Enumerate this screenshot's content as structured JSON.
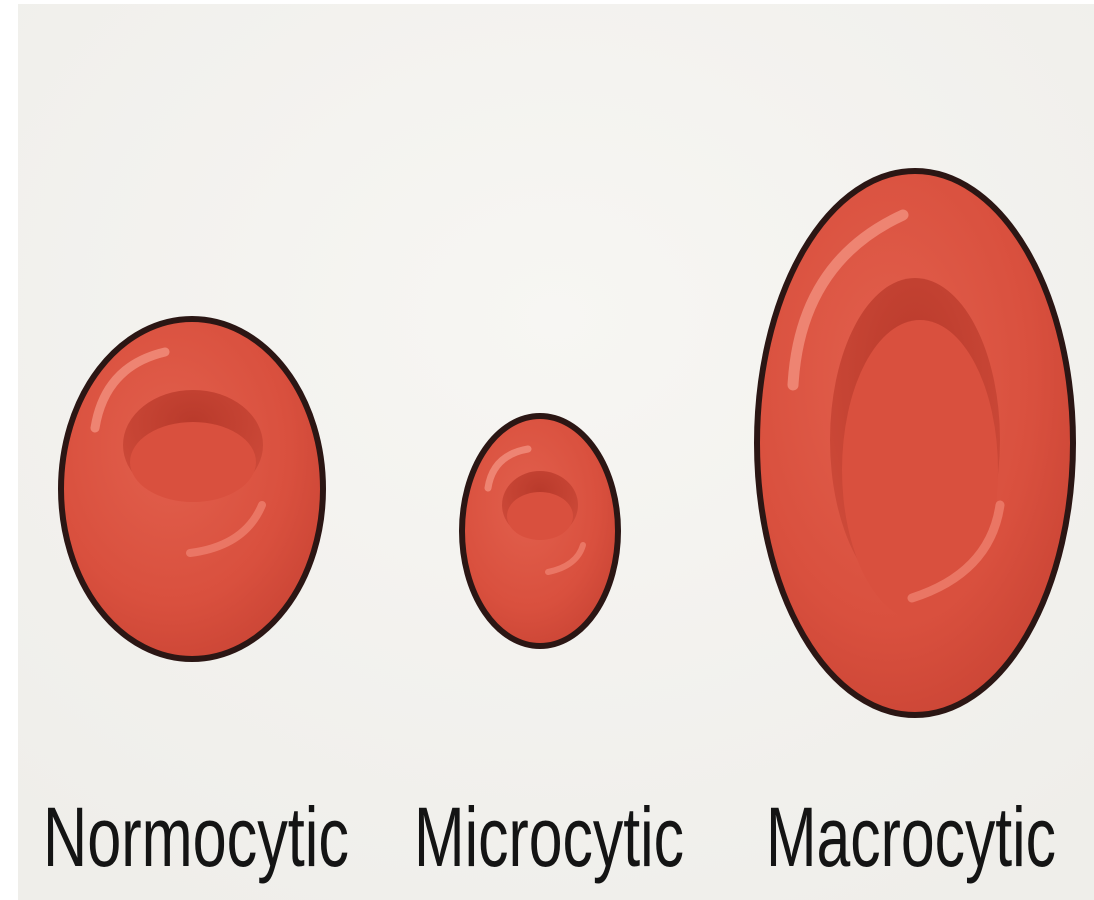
{
  "cells": [
    {
      "label": "Normocytic"
    },
    {
      "label": "Microcytic"
    },
    {
      "label": "Macrocytic"
    }
  ],
  "colors": {
    "background": "#f3f2ef",
    "cell_fill": "#dc5443",
    "cell_dimple": "#c4402f",
    "cell_outline": "#2b1614",
    "highlight": "#f08a78",
    "label_text": "#141414"
  }
}
